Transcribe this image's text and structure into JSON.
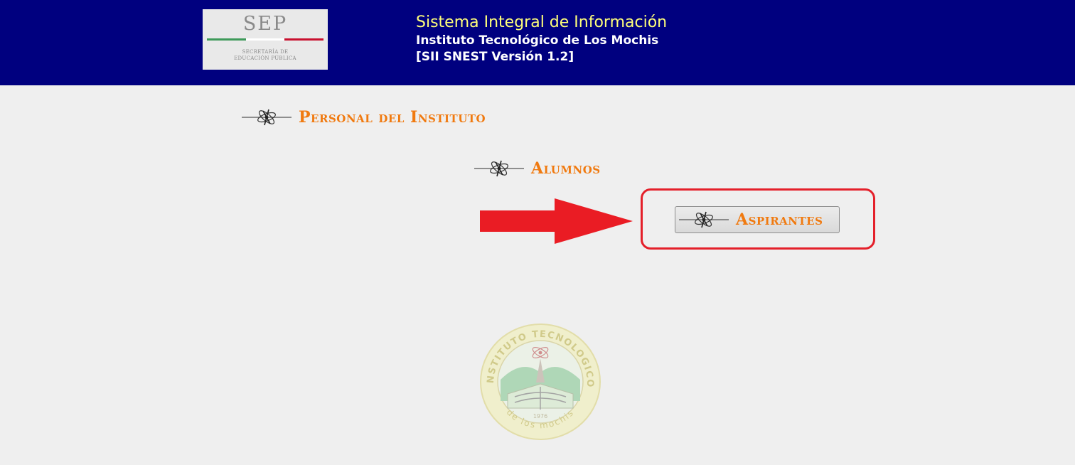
{
  "header": {
    "logo_text": "SEP",
    "logo_subtitle_line1": "SECRETARÍA DE",
    "logo_subtitle_line2": "EDUCACIÓN PÚBLICA",
    "system_title": "Sistema Integral de Información",
    "institute_name": "Instituto Tecnológico de Los Mochis",
    "version_label": "[SII SNEST Versión 1.2]"
  },
  "menu": {
    "personal_label": "Personal del Instituto",
    "alumnos_label": "Alumnos",
    "aspirantes_label": "Aspirantes"
  },
  "emblem": {
    "ring_top_text": "INSTITUTO TECNOLOGICO",
    "ring_bottom_text": "de los mochis",
    "year": "1976"
  },
  "colors": {
    "header_bg": "#00007f",
    "title_yellow": "#ffff7a",
    "link_orange": "#f07a10",
    "highlight_red": "#e4202a",
    "page_bg": "#efefef"
  },
  "icons": {
    "menu_icon": "atom-emblem-icon",
    "annotation": "red-arrow-icon"
  }
}
